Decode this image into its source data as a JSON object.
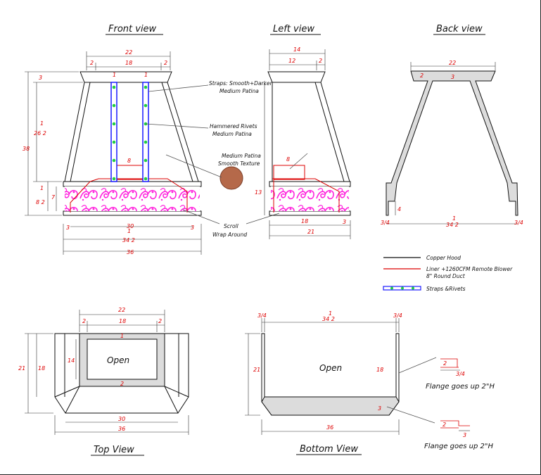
{
  "views": {
    "front": "Front view",
    "left": "Left view",
    "back": "Back view",
    "top": "Top View",
    "bottom": "Bottom View"
  },
  "notes": {
    "straps_1": "Straps: Smooth+Darker",
    "straps_2": "Medium Patina",
    "rivets_1": "Hammered Rivets",
    "rivets_2": "Medium Patina",
    "patina_1": "Medium Patina",
    "patina_2": "Smooth Texture",
    "scroll_1": "Scroll",
    "scroll_2": "Wrap Around"
  },
  "legend": {
    "copper": "Copper Hood",
    "liner_1": "Liner +1260CFM Remote Blower",
    "liner_2": "8\" Round Duct",
    "straps": "Straps &Rivets"
  },
  "labels": {
    "open_top": "Open",
    "open_bottom": "Open",
    "flange_1": "Flange goes up 2\"H",
    "flange_2": "Flange goes up 2\"H"
  },
  "colors": {
    "line": "#111111",
    "dimension": "#dd0000",
    "scroll": "#ff22dd",
    "strap": "#1a1aff",
    "rivet": "#22cc44",
    "copper_ball": "#b5694a",
    "panel": "#dcdcdc"
  },
  "dims": {
    "f22": "22",
    "f2a": "2",
    "f18": "18",
    "f2b": "2",
    "f3": "3",
    "f1a": "1",
    "f1b": "1",
    "f26_n": "1",
    "f26": "26 2",
    "f38": "38",
    "f8": "8",
    "f8h_n": "1",
    "f8h": "8 2",
    "f7": "7",
    "f3l": "3",
    "f30": "30",
    "f3r": "3",
    "f34_n": "1",
    "f34": "34 2",
    "f36": "36",
    "l14": "14",
    "l12": "12",
    "l2": "2",
    "l8": "8",
    "l13": "13",
    "l18": "18",
    "l3": "3",
    "l21": "21",
    "b22": "22",
    "b2": "2",
    "b3": "3",
    "b4": "4",
    "b34_n": "1",
    "b34": "34 2",
    "bq1": "3/4",
    "bq2": "3/4",
    "t22": "22",
    "t2a": "2",
    "t18": "18",
    "t2b": "2",
    "t1": "1",
    "t14": "14",
    "t2c": "2",
    "t21": "21",
    "t18s": "18",
    "t30": "30",
    "t36": "36",
    "bo_q1": "3/4",
    "bo_34n": "1",
    "bo_34": "34 2",
    "bo_q2": "3/4",
    "bo21": "21",
    "bo18": "18",
    "bo3": "3",
    "bo36": "36",
    "fl2a": "2",
    "flq": "3/4",
    "fl2b": "2",
    "fl3": "3"
  }
}
